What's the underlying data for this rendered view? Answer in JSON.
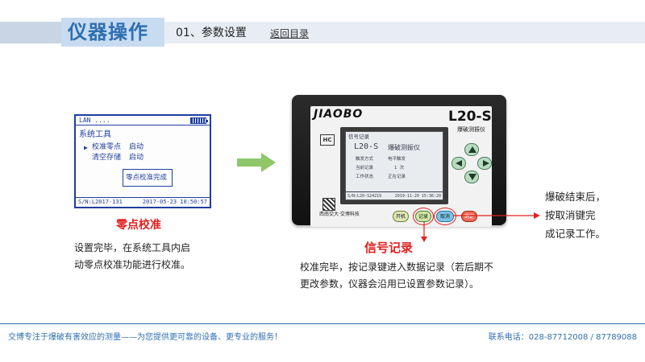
{
  "header": {
    "title": "仪器操作",
    "section": "01、参数设置",
    "back_link": "返回目录"
  },
  "left_panel": {
    "lcd": {
      "top_label": "LAN ....",
      "menu_title": "系统工具",
      "items": [
        {
          "marker": "▶",
          "label": "校准零点",
          "action": "启动"
        },
        {
          "marker": "",
          "label": "清空存储",
          "action": "启动"
        }
      ],
      "dialog_text": "零点校准完成",
      "serial": "S/N:L2017-131",
      "datetime": "2017-05-23 10:50:57"
    },
    "caption": "零点校准",
    "description_lines": [
      "设置完毕，在系统工具内启",
      "动零点校准功能进行校准。"
    ]
  },
  "device": {
    "brand": "JIAOBO",
    "model": "L20-S",
    "subtitle": "爆破测振仪",
    "maker": "西南交大·交博科技",
    "screen": {
      "header": "信号记录",
      "model_line": "L20-S",
      "name_line": "爆破测振仪",
      "rows": [
        {
          "label": "触发方式",
          "value": "电平触发"
        },
        {
          "label": "当前记录",
          "value": "1 次"
        },
        {
          "label": "工作状态",
          "value": "正在记录"
        }
      ],
      "serial": "S/N:L20-S24219",
      "datetime": "2019-11-20 15:36:20"
    },
    "buttons": {
      "shutdown": "开机",
      "record": "记录",
      "cancel": "取消",
      "confirm": "确定"
    }
  },
  "record_section": {
    "caption": "信号记录",
    "description_lines": [
      "校准完毕，按记录键进入数据记录（若后期不",
      "更改参数，仪器会沿用已设置参数记录）。"
    ]
  },
  "right_note": {
    "lines": [
      "爆破结束后，",
      "按取消键完",
      "成记录工作。"
    ]
  },
  "footer": {
    "slogan": "交博专注于爆破有害效应的测量——为您提供更可靠的设备、更专业的服务！",
    "phone": "联系电话：028-87712008 / 87789088"
  },
  "colors": {
    "brand_blue": "#2f6fb0",
    "lcd_blue": "#1e3ea0",
    "highlight_red": "#e02020",
    "arrow_green": "#8fc76a"
  }
}
